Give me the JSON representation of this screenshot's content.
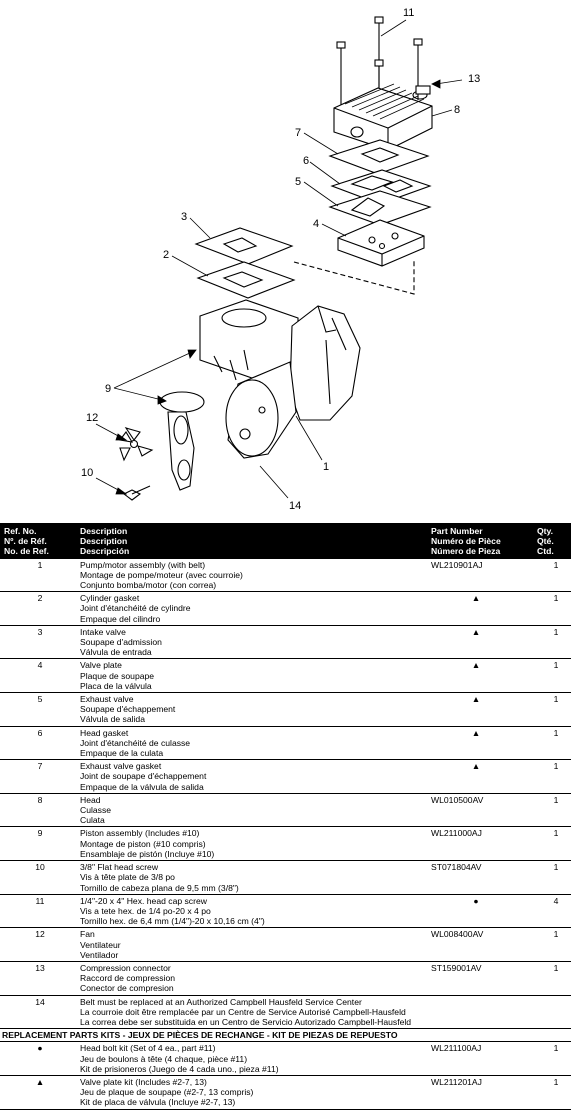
{
  "diagram": {
    "callouts": [
      "11",
      "13",
      "8",
      "7",
      "6",
      "5",
      "4",
      "3",
      "2",
      "9",
      "12",
      "10",
      "14",
      "1"
    ]
  },
  "table": {
    "headers": {
      "ref": [
        "Ref. No.",
        "Nº. de Réf.",
        "No. de Ref."
      ],
      "description": [
        "Description",
        "Description",
        "Descripción"
      ],
      "part": [
        "Part Number",
        "Numéro de Pièce",
        "Número de Pieza"
      ],
      "qty": [
        "Qty.",
        "Qté.",
        "Ctd."
      ]
    },
    "rows": [
      {
        "ref": "1",
        "desc": [
          "Pump/motor assembly (with belt)",
          "Montage de pompe/moteur (avec courroie)",
          "Conjunto bomba/motor (con correa)"
        ],
        "part": "WL210901AJ",
        "qty": "1"
      },
      {
        "ref": "2",
        "desc": [
          "Cylinder gasket",
          "Joint d'étanchéité de cylindre",
          "Empaque del cilindro"
        ],
        "part": "▲",
        "qty": "1"
      },
      {
        "ref": "3",
        "desc": [
          "Intake valve",
          "Soupape d'admission",
          "Válvula de entrada"
        ],
        "part": "▲",
        "qty": "1"
      },
      {
        "ref": "4",
        "desc": [
          "Valve plate",
          "Plaque de soupape",
          "Placa de la válvula"
        ],
        "part": "▲",
        "qty": "1"
      },
      {
        "ref": "5",
        "desc": [
          "Exhaust valve",
          "Soupape d'échappement",
          "Válvula de salida"
        ],
        "part": "▲",
        "qty": "1"
      },
      {
        "ref": "6",
        "desc": [
          "Head gasket",
          "Joint d'étanchéité de culasse",
          "Empaque de la culata"
        ],
        "part": "▲",
        "qty": "1"
      },
      {
        "ref": "7",
        "desc": [
          "Exhaust valve gasket",
          "Joint de soupape d'échappement",
          "Empaque de la válvula de salida"
        ],
        "part": "▲",
        "qty": "1"
      },
      {
        "ref": "8",
        "desc": [
          "Head",
          "Culasse",
          "Culata"
        ],
        "part": "WL010500AV",
        "qty": "1"
      },
      {
        "ref": "9",
        "desc": [
          "Piston assembly (Includes #10)",
          "Montage de piston  (#10 compris)",
          "Ensamblaje de pistón  (Incluye #10)"
        ],
        "part": "WL211000AJ",
        "qty": "1"
      },
      {
        "ref": "10",
        "desc": [
          "3/8\" Flat head screw",
          "Vis à tête plate de 3/8 po",
          "Tornillo de cabeza plana de 9,5 mm (3/8\")"
        ],
        "part": "ST071804AV",
        "qty": "1"
      },
      {
        "ref": "11",
        "desc": [
          "1/4\"-20 x 4\" Hex. head cap screw",
          "Vis a tete hex. de 1/4 po-20 x 4 po",
          "Tornillo hex. de 6,4 mm (1/4\")-20 x 10,16 cm (4\")"
        ],
        "part": "●",
        "qty": "4"
      },
      {
        "ref": "12",
        "desc": [
          "Fan",
          "Ventilateur",
          "Ventilador"
        ],
        "part": "WL008400AV",
        "qty": "1"
      },
      {
        "ref": "13",
        "desc": [
          "Compression connector",
          "Raccord de compression",
          "Conector de compresion"
        ],
        "part": "ST159001AV",
        "qty": "1"
      },
      {
        "ref": "14",
        "desc": [
          "Belt must be replaced at an Authorized Campbell Hausfeld Service Center",
          "La courroie doit être remplacée par un Centre de Service Autorisé Campbell-Hausfeld",
          "La correa debe ser substituida en un Centro de Servicio Autorizado Campbell-Hausfeld"
        ],
        "part": "",
        "qty": ""
      }
    ],
    "kits_title": "REPLACEMENT PARTS KITS - JEUX DE PIÈCES DE RECHANGE - KIT DE PIEZAS DE REPUESTO",
    "kits": [
      {
        "ref": "●",
        "desc": [
          "Head bolt kit (Set of 4 ea., part #11)",
          "Jeu de boulons à tête (4 chaque, pièce #11)",
          "Kit de prisioneros (Juego de 4 cada uno., pieza #11)"
        ],
        "part": "WL211100AJ",
        "qty": "1"
      },
      {
        "ref": "▲",
        "desc": [
          "Valve plate kit (Includes #2-7, 13)",
          "Jeu de plaque de soupape (#2-7, 13 compris)",
          "Kit de placa de válvula (Incluye #2-7, 13)"
        ],
        "part": "WL211201AJ",
        "qty": "1"
      }
    ]
  }
}
